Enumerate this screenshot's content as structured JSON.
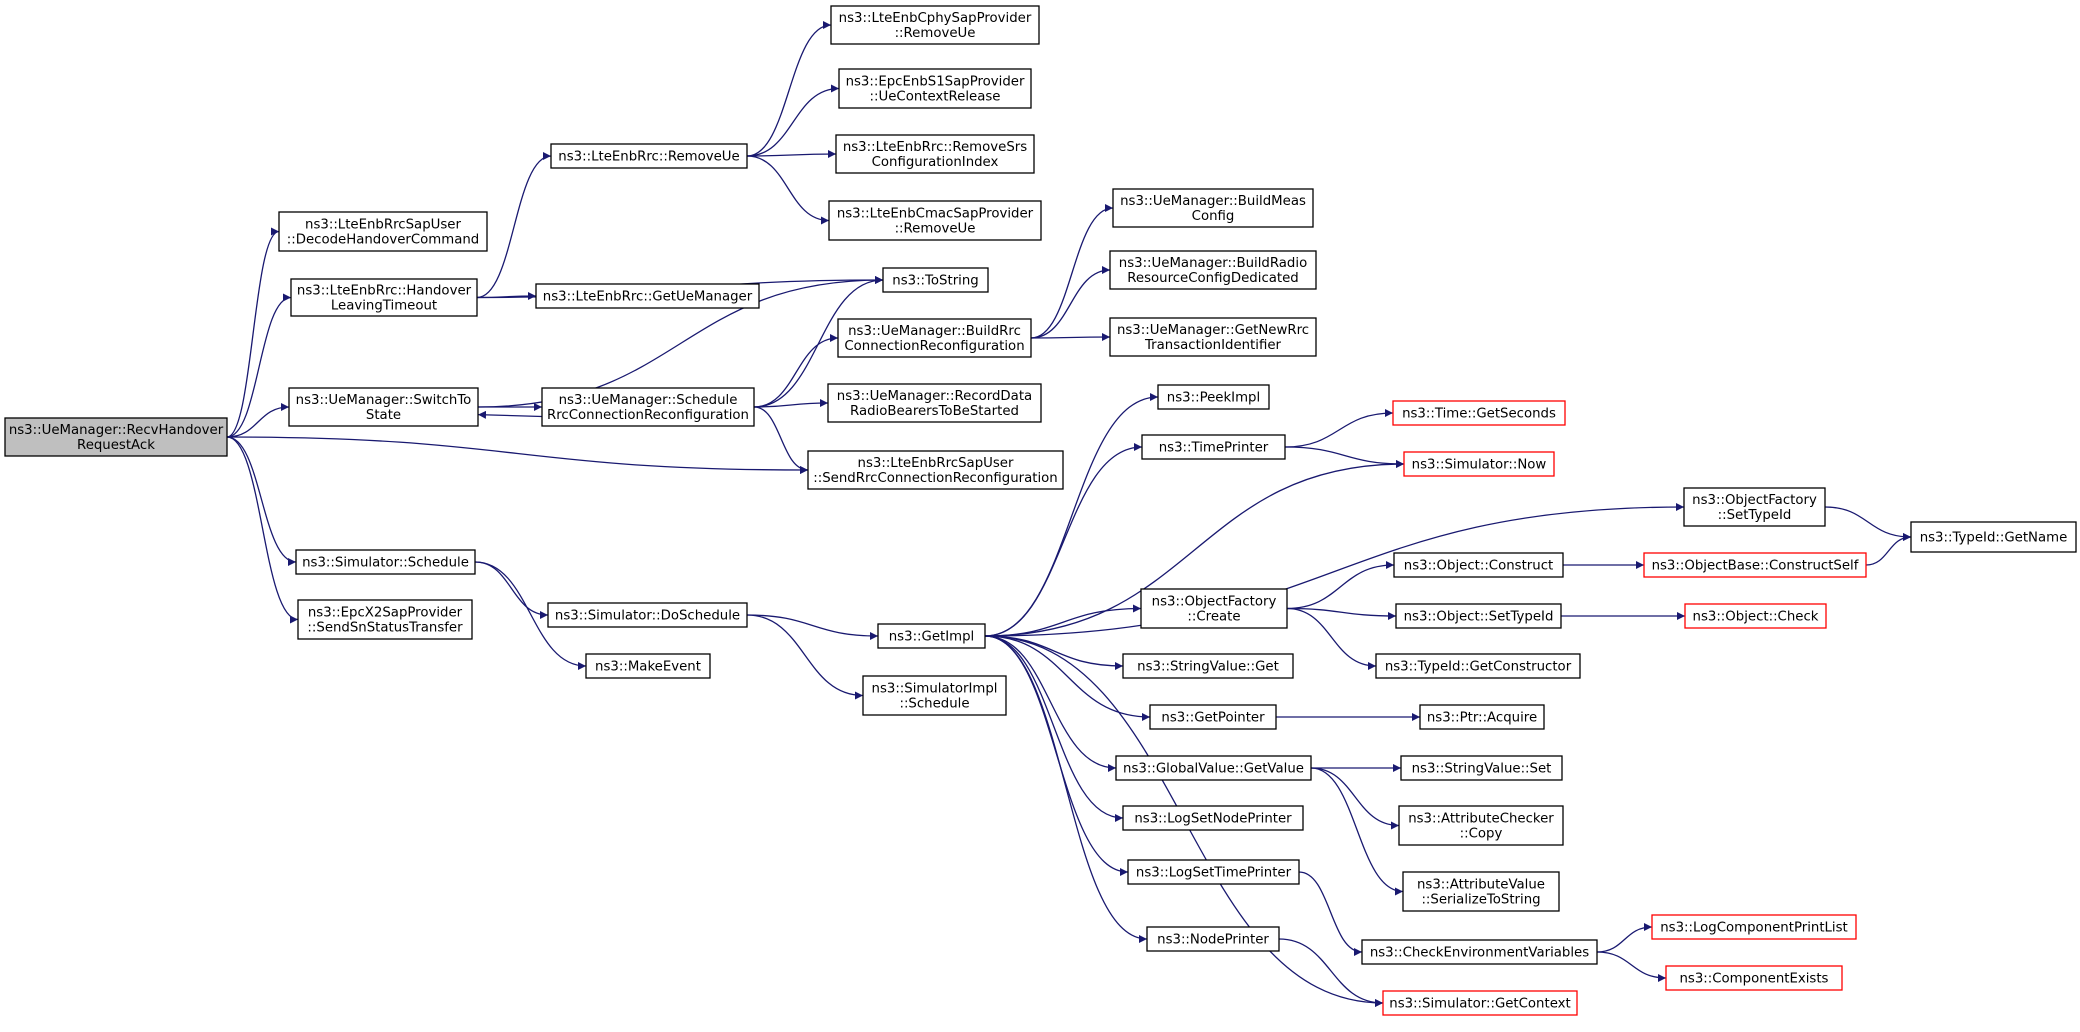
{
  "colors": {
    "edge": "#191970",
    "root_fill": "#bfbfbf",
    "truncated_border": "#ff0000",
    "node_border": "#000000"
  },
  "nodes": [
    {
      "id": "root",
      "lines": [
        "ns3::UeManager::RecvHandover",
        "RequestAck"
      ],
      "style": "root"
    },
    {
      "id": "decode",
      "lines": [
        "ns3::LteEnbRrcSapUser",
        "::DecodeHandoverCommand"
      ]
    },
    {
      "id": "hlt",
      "lines": [
        "ns3::LteEnbRrc::Handover",
        "LeavingTimeout"
      ]
    },
    {
      "id": "switch",
      "lines": [
        "ns3::UeManager::SwitchTo",
        "State"
      ]
    },
    {
      "id": "simsched",
      "lines": [
        "ns3::Simulator::Schedule"
      ]
    },
    {
      "id": "epcx2",
      "lines": [
        "ns3::EpcX2SapProvider",
        "::SendSnStatusTransfer"
      ]
    },
    {
      "id": "removeue",
      "lines": [
        "ns3::LteEnbRrc::RemoveUe"
      ]
    },
    {
      "id": "getuemgr",
      "lines": [
        "ns3::LteEnbRrc::GetUeManager"
      ]
    },
    {
      "id": "schedrrc",
      "lines": [
        "ns3::UeManager::Schedule",
        "RrcConnectionReconfiguration"
      ]
    },
    {
      "id": "doschedule",
      "lines": [
        "ns3::Simulator::DoSchedule"
      ]
    },
    {
      "id": "makeevent",
      "lines": [
        "ns3::MakeEvent"
      ]
    },
    {
      "id": "cphy",
      "lines": [
        "ns3::LteEnbCphySapProvider",
        "::RemoveUe"
      ]
    },
    {
      "id": "s1",
      "lines": [
        "ns3::EpcEnbS1SapProvider",
        "::UeContextRelease"
      ]
    },
    {
      "id": "srs",
      "lines": [
        "ns3::LteEnbRrc::RemoveSrs",
        "ConfigurationIndex"
      ]
    },
    {
      "id": "cmac",
      "lines": [
        "ns3::LteEnbCmacSapProvider",
        "::RemoveUe"
      ]
    },
    {
      "id": "tostring",
      "lines": [
        "ns3::ToString"
      ]
    },
    {
      "id": "buildrrc",
      "lines": [
        "ns3::UeManager::BuildRrc",
        "ConnectionReconfiguration"
      ]
    },
    {
      "id": "recorddata",
      "lines": [
        "ns3::UeManager::RecordData",
        "RadioBearersToBeStarted"
      ]
    },
    {
      "id": "sendrrc",
      "lines": [
        "ns3::LteEnbRrcSapUser",
        "::SendRrcConnectionReconfiguration"
      ]
    },
    {
      "id": "getimpl",
      "lines": [
        "ns3::GetImpl"
      ]
    },
    {
      "id": "simimplsched",
      "lines": [
        "ns3::SimulatorImpl",
        "::Schedule"
      ]
    },
    {
      "id": "buildmeas",
      "lines": [
        "ns3::UeManager::BuildMeas",
        "Config"
      ]
    },
    {
      "id": "buildradio",
      "lines": [
        "ns3::UeManager::BuildRadio",
        "ResourceConfigDedicated"
      ]
    },
    {
      "id": "getnewrrc",
      "lines": [
        "ns3::UeManager::GetNewRrc",
        "TransactionIdentifier"
      ]
    },
    {
      "id": "peekimpl",
      "lines": [
        "ns3::PeekImpl"
      ]
    },
    {
      "id": "timeprinter",
      "lines": [
        "ns3::TimePrinter"
      ]
    },
    {
      "id": "objfactcreate",
      "lines": [
        "ns3::ObjectFactory",
        "::Create"
      ]
    },
    {
      "id": "strvalget",
      "lines": [
        "ns3::StringValue::Get"
      ]
    },
    {
      "id": "getpointer",
      "lines": [
        "ns3::GetPointer"
      ]
    },
    {
      "id": "globalget",
      "lines": [
        "ns3::GlobalValue::GetValue"
      ]
    },
    {
      "id": "lognode",
      "lines": [
        "ns3::LogSetNodePrinter"
      ]
    },
    {
      "id": "logtime",
      "lines": [
        "ns3::LogSetTimePrinter"
      ]
    },
    {
      "id": "nodeprinter",
      "lines": [
        "ns3::NodePrinter"
      ]
    },
    {
      "id": "getseconds",
      "lines": [
        "ns3::Time::GetSeconds"
      ],
      "style": "truncated"
    },
    {
      "id": "simnow",
      "lines": [
        "ns3::Simulator::Now"
      ],
      "style": "truncated"
    },
    {
      "id": "settypeid",
      "lines": [
        "ns3::ObjectFactory",
        "::SetTypeId"
      ]
    },
    {
      "id": "objconstruct",
      "lines": [
        "ns3::Object::Construct"
      ]
    },
    {
      "id": "objsettypeid",
      "lines": [
        "ns3::Object::SetTypeId"
      ]
    },
    {
      "id": "getconstructor",
      "lines": [
        "ns3::TypeId::GetConstructor"
      ]
    },
    {
      "id": "ptracquire",
      "lines": [
        "ns3::Ptr::Acquire"
      ]
    },
    {
      "id": "strvalset",
      "lines": [
        "ns3::StringValue::Set"
      ]
    },
    {
      "id": "attrcheckcopy",
      "lines": [
        "ns3::AttributeChecker",
        "::Copy"
      ]
    },
    {
      "id": "attrvalser",
      "lines": [
        "ns3::AttributeValue",
        "::SerializeToString"
      ]
    },
    {
      "id": "checkenv",
      "lines": [
        "ns3::CheckEnvironmentVariables"
      ]
    },
    {
      "id": "getcontext",
      "lines": [
        "ns3::Simulator::GetContext"
      ],
      "style": "truncated"
    },
    {
      "id": "constructself",
      "lines": [
        "ns3::ObjectBase::ConstructSelf"
      ],
      "style": "truncated"
    },
    {
      "id": "objcheck",
      "lines": [
        "ns3::Object::Check"
      ],
      "style": "truncated"
    },
    {
      "id": "typeidname",
      "lines": [
        "ns3::TypeId::GetName"
      ]
    },
    {
      "id": "logcomplist",
      "lines": [
        "ns3::LogComponentPrintList"
      ],
      "style": "truncated"
    },
    {
      "id": "compexists",
      "lines": [
        "ns3::ComponentExists"
      ],
      "style": "truncated"
    }
  ],
  "edges": [
    [
      "root",
      "decode"
    ],
    [
      "root",
      "hlt"
    ],
    [
      "root",
      "switch"
    ],
    [
      "root",
      "sendrrc"
    ],
    [
      "root",
      "simsched"
    ],
    [
      "root",
      "epcx2"
    ],
    [
      "hlt",
      "removeue"
    ],
    [
      "hlt",
      "tostring"
    ],
    [
      "hlt",
      "getuemgr"
    ],
    [
      "switch",
      "tostring"
    ],
    [
      "switch",
      "schedrrc"
    ],
    [
      "schedrrc",
      "switch"
    ],
    [
      "schedrrc",
      "tostring"
    ],
    [
      "schedrrc",
      "buildrrc"
    ],
    [
      "schedrrc",
      "recorddata"
    ],
    [
      "schedrrc",
      "sendrrc"
    ],
    [
      "removeue",
      "cphy"
    ],
    [
      "removeue",
      "s1"
    ],
    [
      "removeue",
      "srs"
    ],
    [
      "removeue",
      "cmac"
    ],
    [
      "buildrrc",
      "buildmeas"
    ],
    [
      "buildrrc",
      "buildradio"
    ],
    [
      "buildrrc",
      "getnewrrc"
    ],
    [
      "simsched",
      "doschedule"
    ],
    [
      "simsched",
      "makeevent"
    ],
    [
      "doschedule",
      "getimpl"
    ],
    [
      "doschedule",
      "simimplsched"
    ],
    [
      "getimpl",
      "peekimpl"
    ],
    [
      "getimpl",
      "timeprinter"
    ],
    [
      "getimpl",
      "simnow"
    ],
    [
      "getimpl",
      "settypeid"
    ],
    [
      "getimpl",
      "objfactcreate"
    ],
    [
      "getimpl",
      "strvalget"
    ],
    [
      "getimpl",
      "getpointer"
    ],
    [
      "getimpl",
      "globalget"
    ],
    [
      "getimpl",
      "lognode"
    ],
    [
      "getimpl",
      "logtime"
    ],
    [
      "getimpl",
      "nodeprinter"
    ],
    [
      "getimpl",
      "getcontext"
    ],
    [
      "timeprinter",
      "getseconds"
    ],
    [
      "timeprinter",
      "simnow"
    ],
    [
      "settypeid",
      "typeidname"
    ],
    [
      "objfactcreate",
      "objconstruct"
    ],
    [
      "objfactcreate",
      "objsettypeid"
    ],
    [
      "objfactcreate",
      "getconstructor"
    ],
    [
      "objconstruct",
      "constructself"
    ],
    [
      "constructself",
      "typeidname"
    ],
    [
      "objsettypeid",
      "objcheck"
    ],
    [
      "getpointer",
      "ptracquire"
    ],
    [
      "globalget",
      "strvalset"
    ],
    [
      "globalget",
      "attrcheckcopy"
    ],
    [
      "globalget",
      "attrvalser"
    ],
    [
      "logtime",
      "checkenv"
    ],
    [
      "nodeprinter",
      "getcontext"
    ],
    [
      "checkenv",
      "logcomplist"
    ],
    [
      "checkenv",
      "compexists"
    ]
  ]
}
